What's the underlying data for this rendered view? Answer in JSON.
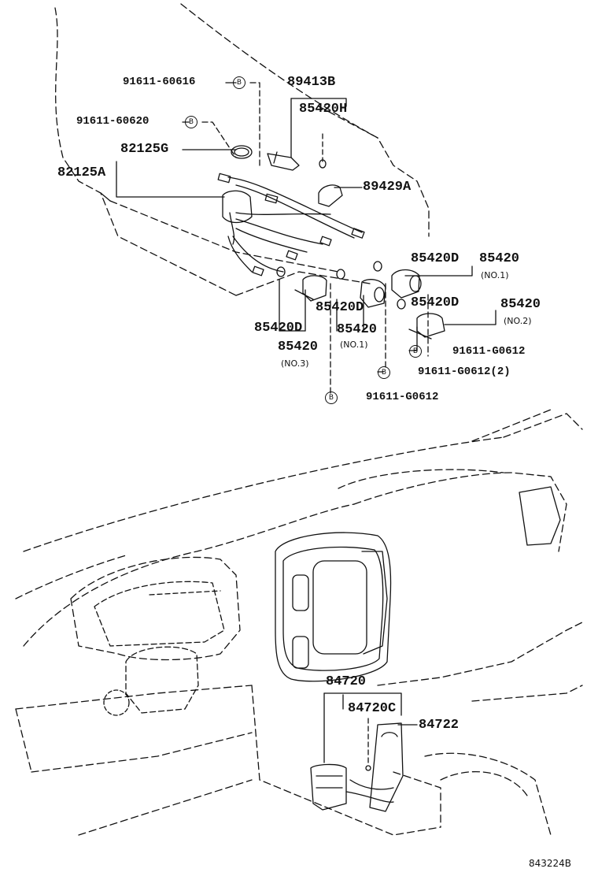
{
  "labels": {
    "p91611_60616": "91611-60616",
    "p89413B": "89413B",
    "p85420H": "85420H",
    "p91611_60620": "91611-60620",
    "p82125G": "82125G",
    "p82125A": "82125A",
    "p89429A": "89429A",
    "p85420D_a": "85420D",
    "p85420_a": "85420",
    "no1_a": "(NO.1)",
    "p85420D_b": "85420D",
    "p85420_b": "85420",
    "no2": "(NO.2)",
    "p85420D_c": "85420D",
    "p85420_c": "85420",
    "no1_b": "(NO.1)",
    "p85420D_d": "85420D",
    "p85420_d": "85420",
    "no3": "(NO.3)",
    "p91611_G0612_a": "91611-G0612",
    "p91611_G0612_2": "91611-G0612(2)",
    "p91611_G0612_b": "91611-G0612",
    "p84720": "84720",
    "p84720C": "84720C",
    "p84722": "84722",
    "figure_code": "843224B"
  },
  "bolt_symbol": "B"
}
